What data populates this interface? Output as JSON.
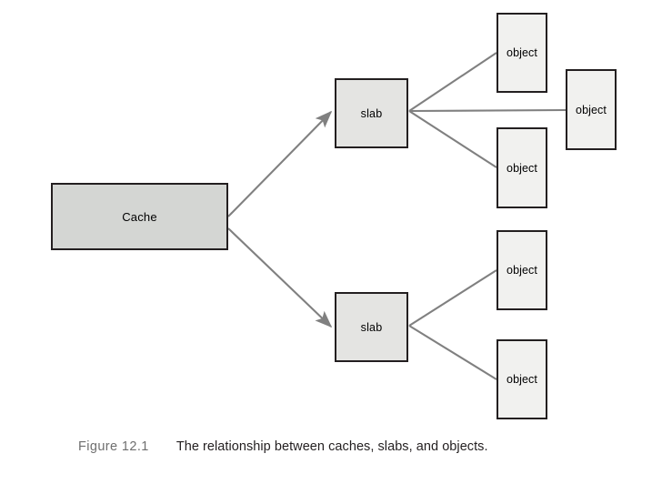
{
  "figure": {
    "caption_label": "Figure 12.1",
    "caption_text": "The relationship between caches, slabs, and objects.",
    "colors": {
      "cache_fill": "#d4d6d3",
      "slab_fill": "#e4e4e2",
      "object_fill": "#f1f1ef",
      "box_border": "#231f20",
      "connector": "#808080",
      "caption_label_color": "#6f6f6f",
      "caption_text_color": "#231f20",
      "background": "#ffffff"
    }
  },
  "nodes": {
    "cache": {
      "label": "Cache"
    },
    "slab_top": {
      "label": "slab"
    },
    "slab_bottom": {
      "label": "slab"
    },
    "object_top": {
      "label": "object"
    },
    "object_far_right": {
      "label": "object"
    },
    "object_upper_mid": {
      "label": "object"
    },
    "object_lower_upper": {
      "label": "object"
    },
    "object_lower_bottom": {
      "label": "object"
    }
  },
  "connectors": {
    "cache_to_slab_top": {
      "type": "arrow"
    },
    "cache_to_slab_bottom": {
      "type": "arrow"
    },
    "slab_top_to_object_top": {
      "type": "line"
    },
    "slab_top_to_object_far_right": {
      "type": "line"
    },
    "slab_top_to_object_upper_mid": {
      "type": "line"
    },
    "slab_bottom_to_object_upper": {
      "type": "line"
    },
    "slab_bottom_to_object_lower": {
      "type": "line"
    }
  }
}
